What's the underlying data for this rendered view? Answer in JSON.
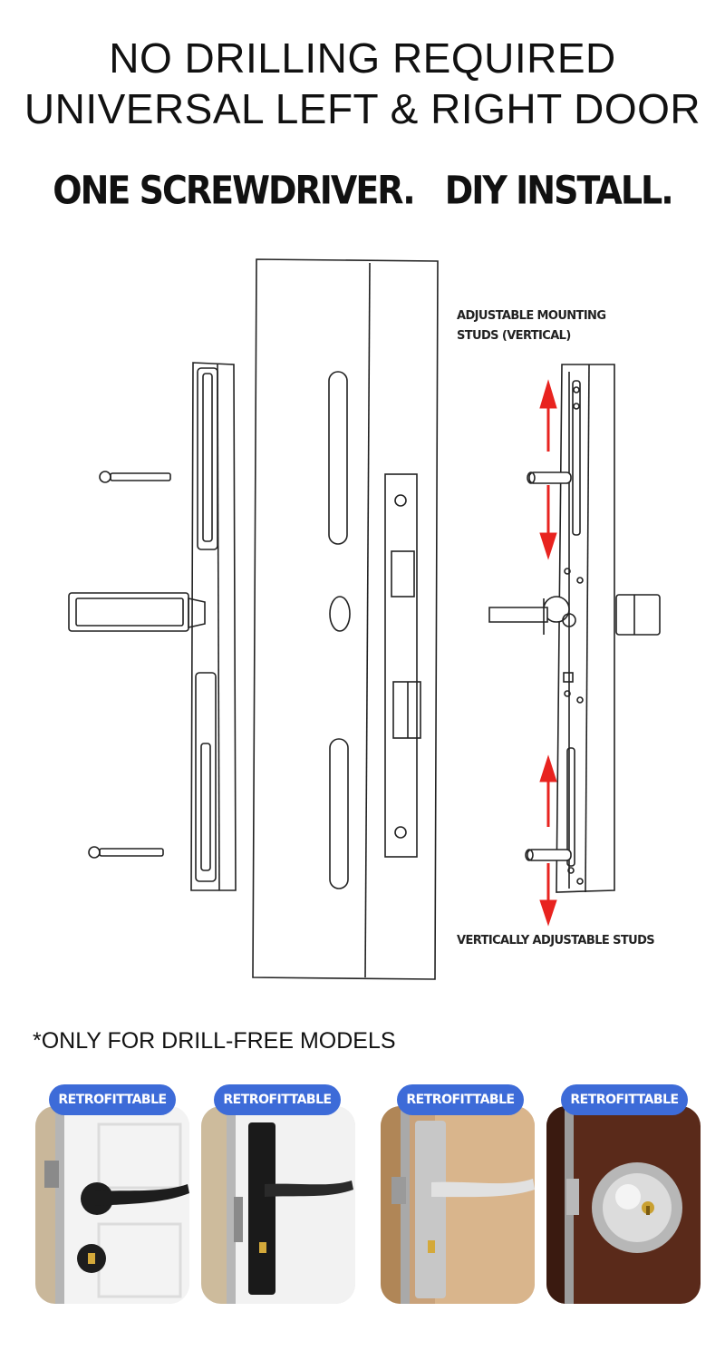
{
  "headline": {
    "line1": "NO DRILLING REQUIRED",
    "line2": "UNIVERSAL LEFT & RIGHT DOOR"
  },
  "subheadline": {
    "part1": "ONE SCREWDRIVER.",
    "part2": "DIY INSTALL."
  },
  "diagram": {
    "annotation_top_line1": "ADJUSTABLE MOUNTING",
    "annotation_top_line2": "STUDS (VERTICAL)",
    "annotation_bottom": "VERTICALLY ADJUSTABLE STUDS",
    "arrow_color": "#e8231f"
  },
  "note": "*ONLY FOR DRILL-FREE MODELS",
  "cards": [
    {
      "badge": "RETROFITTABLE",
      "icon": "white-door-black-lever-handle-image"
    },
    {
      "badge": "RETROFITTABLE",
      "icon": "white-door-black-plate-handle-image"
    },
    {
      "badge": "RETROFITTABLE",
      "icon": "wood-door-silver-plate-handle-image"
    },
    {
      "badge": "RETROFITTABLE",
      "icon": "wood-door-knob-image"
    }
  ],
  "colors": {
    "badge": "#3d6bd8",
    "text": "#111111"
  }
}
